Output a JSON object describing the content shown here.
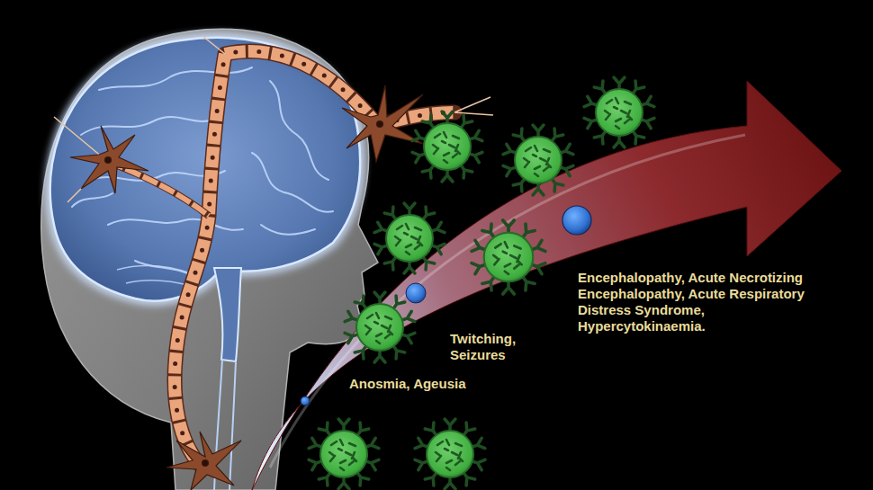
{
  "diagram": {
    "labels": [
      "Anosmia, Ageusia",
      "Twitching, Seizures",
      "Encephalopathy, Acute Necrotizing Encephalopathy, Acute Respiratory Distress Syndrome, Hypercytokinaemia."
    ]
  }
}
